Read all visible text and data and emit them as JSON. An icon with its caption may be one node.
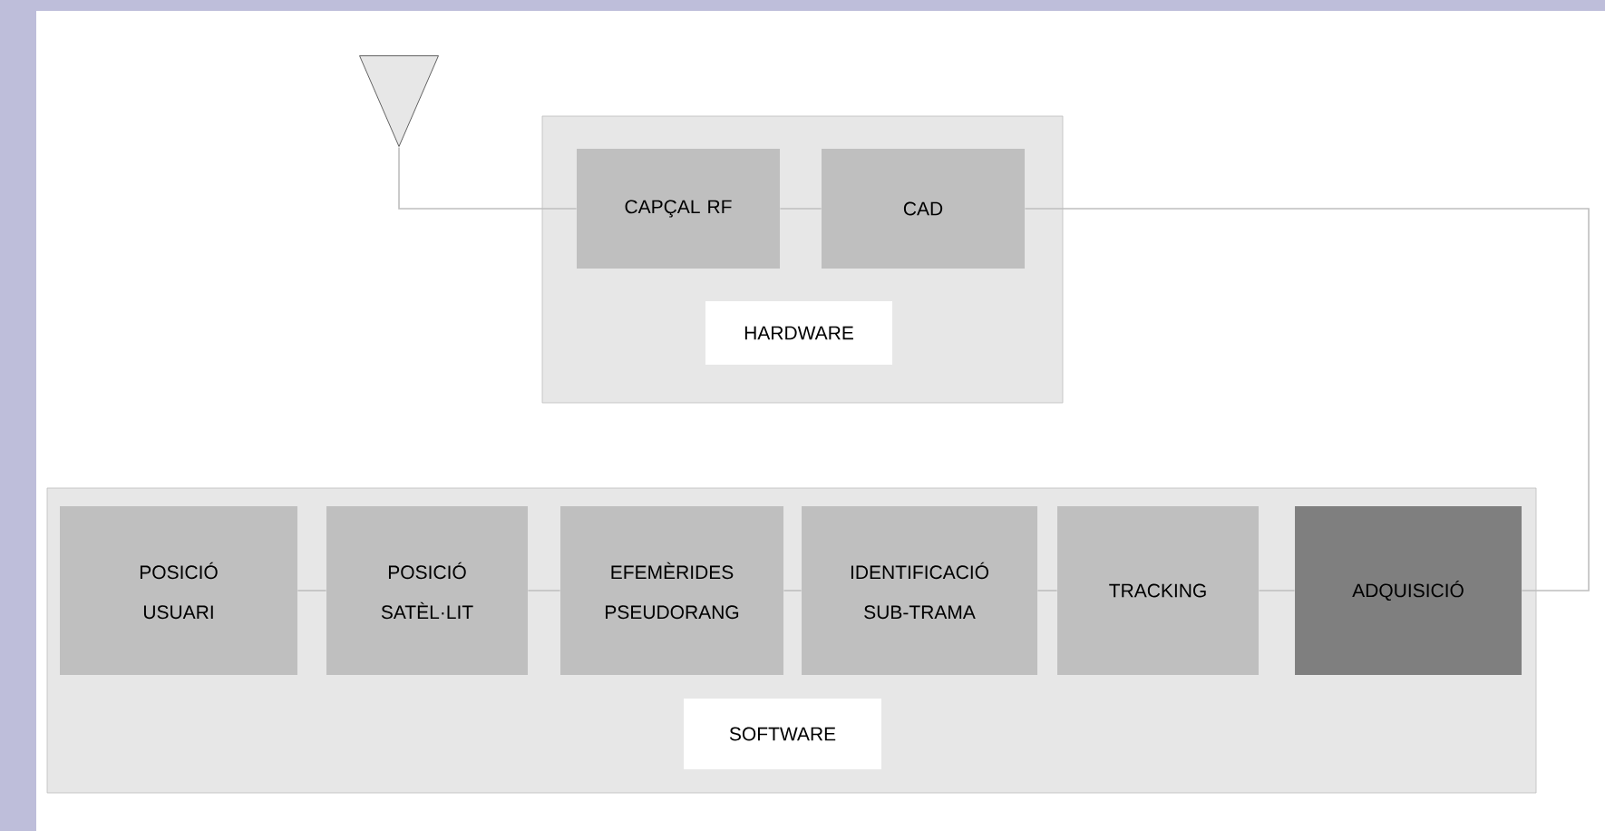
{
  "diagram": {
    "nodes": [
      {
        "text": [],
        "shape": "triangle"
      },
      {
        "text": [
          "HARDWARE"
        ]
      },
      {
        "text": [
          "CAPÇAL RF"
        ],
        "in": 1
      },
      {
        "text": [
          "CAD"
        ],
        "in": 1
      },
      {
        "text": [
          "SOFTWARE"
        ]
      },
      {
        "text": [
          "POSICIÓ USUARI"
        ],
        "in": 4
      },
      {
        "text": [
          "POSICIÓ SATÈL·LIT"
        ],
        "in": 4
      },
      {
        "text": [
          "EFEMÈRIDES PSEUDORANG"
        ],
        "in": 4
      },
      {
        "text": [
          "IDENTIFICACIÓ SUB-TRAMA"
        ],
        "in": 4
      },
      {
        "text": [
          "TRACKING"
        ],
        "in": 4
      },
      {
        "text": [
          "ADQUISICIÓ"
        ],
        "in": 4
      }
    ],
    "edges": [
      {
        "from": 0,
        "to": 2,
        "arrow": "none"
      },
      {
        "from": 2,
        "to": 3,
        "arrow": "none"
      },
      {
        "from": 3,
        "to": 10,
        "arrow": "none"
      },
      {
        "from": 10,
        "to": 9,
        "arrow": "none"
      },
      {
        "from": 9,
        "to": 8,
        "arrow": "none"
      },
      {
        "from": 8,
        "to": 7,
        "arrow": "none"
      },
      {
        "from": 7,
        "to": 6,
        "arrow": "none"
      },
      {
        "from": 6,
        "to": 5,
        "arrow": "none"
      }
    ]
  }
}
